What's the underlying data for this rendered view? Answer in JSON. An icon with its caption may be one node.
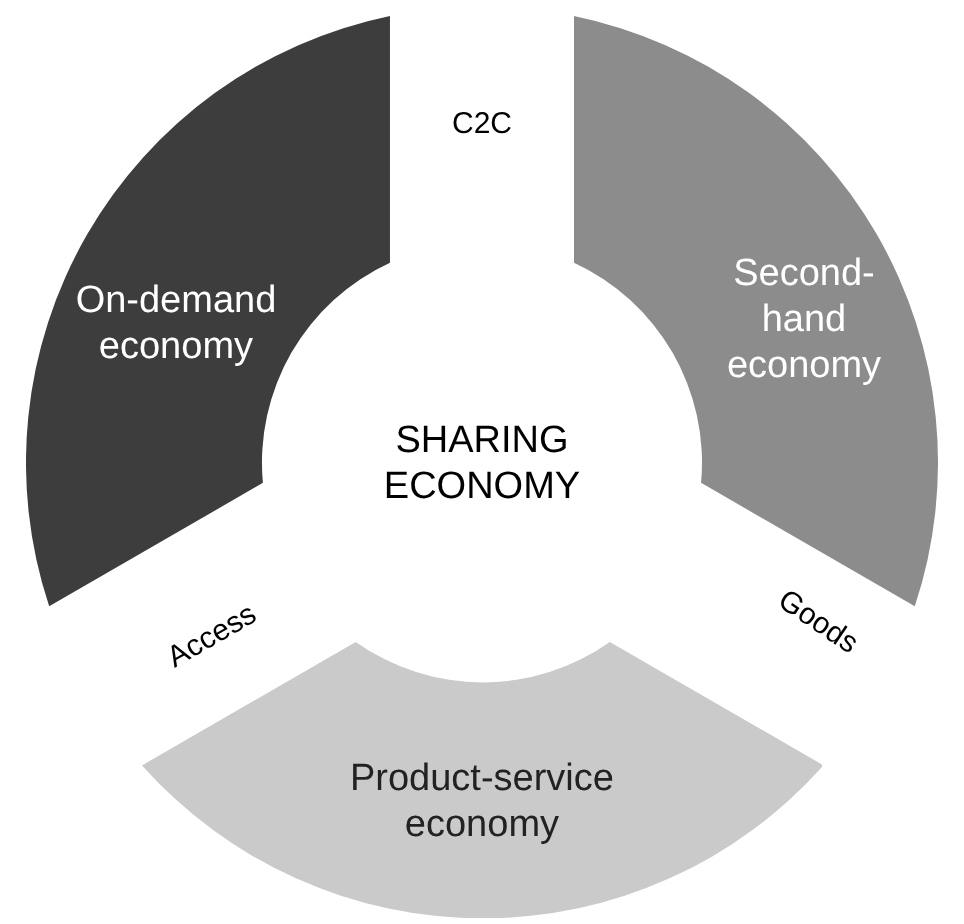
{
  "diagram": {
    "nodes": [
      {
        "text": [
          "SHARING ECONOMY"
        ]
      },
      {
        "text": [
          "On-demand economy"
        ]
      },
      {
        "text": [
          "Second-hand economy"
        ]
      },
      {
        "text": [
          "Product-service economy"
        ]
      }
    ],
    "labels": [
      "C2C",
      "Access",
      "Goods"
    ]
  }
}
